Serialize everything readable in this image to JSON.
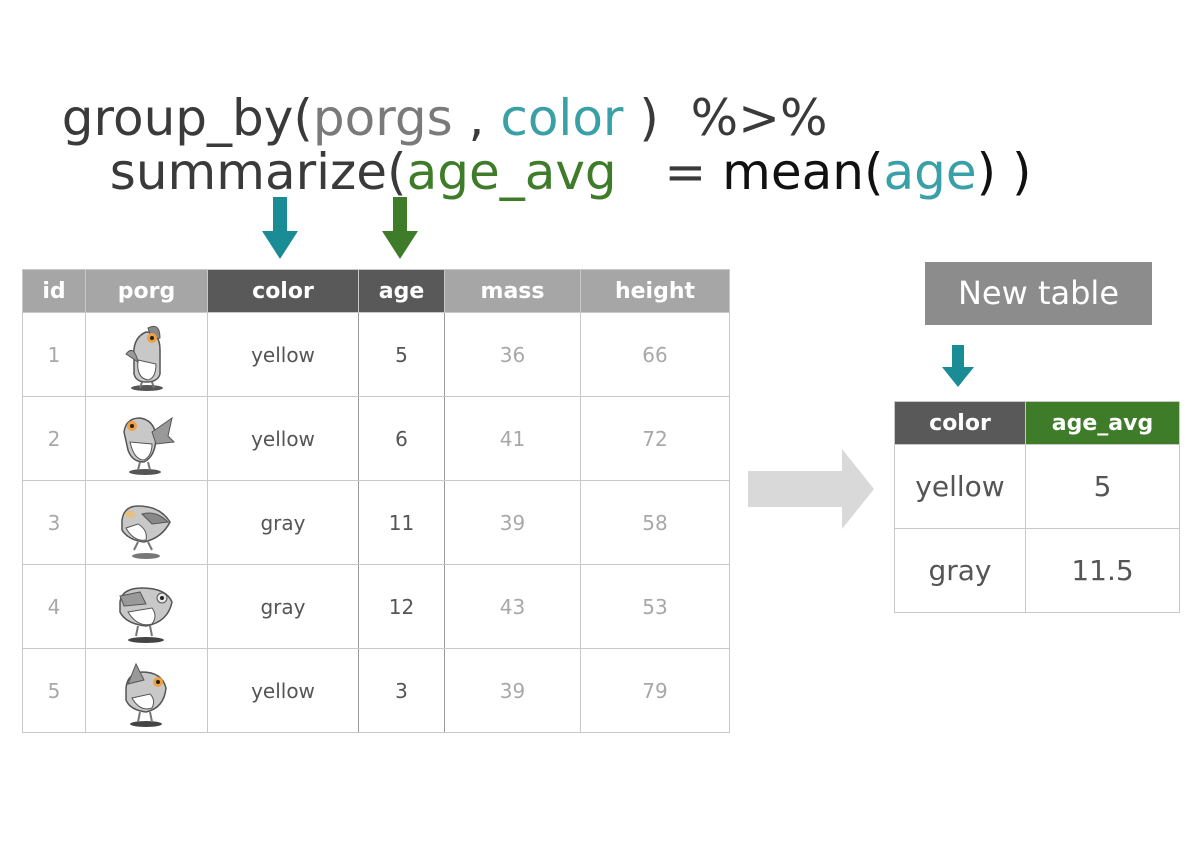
{
  "code": {
    "line1": [
      {
        "text": "group_by(",
        "cls": "c-dark"
      },
      {
        "text": "porgs",
        "cls": "c-gray"
      },
      {
        "text": " , ",
        "cls": "c-dark"
      },
      {
        "text": "color",
        "cls": "c-teal"
      },
      {
        "text": " )  %>%",
        "cls": "c-dark"
      }
    ],
    "line2": [
      {
        "text": "summarize(",
        "cls": "c-dark"
      },
      {
        "text": "age_avg",
        "cls": "c-green"
      },
      {
        "text": "   = ",
        "cls": "c-dark"
      },
      {
        "text": "mean(",
        "cls": "c-black"
      },
      {
        "text": "age",
        "cls": "c-teal"
      },
      {
        "text": ") )",
        "cls": "c-black"
      }
    ]
  },
  "colors": {
    "teal": "#1a8c96",
    "green": "#3f7c2a",
    "header_gray": "#a6a6a6",
    "header_dark": "#595959",
    "arrow_gray": "#d9d9d9"
  },
  "main_table": {
    "headers": [
      "id",
      "porg",
      "color",
      "age",
      "mass",
      "height"
    ],
    "rows": [
      {
        "id": "1",
        "color": "yellow",
        "age": "5",
        "mass": "36",
        "height": "66"
      },
      {
        "id": "2",
        "color": "yellow",
        "age": "6",
        "mass": "41",
        "height": "72"
      },
      {
        "id": "3",
        "color": "gray",
        "age": "11",
        "mass": "39",
        "height": "58"
      },
      {
        "id": "4",
        "color": "gray",
        "age": "12",
        "mass": "43",
        "height": "53"
      },
      {
        "id": "5",
        "color": "yellow",
        "age": "3",
        "mass": "39",
        "height": "79"
      }
    ]
  },
  "new_table": {
    "label": "New table",
    "headers": [
      "color",
      "age_avg"
    ],
    "rows": [
      {
        "color": "yellow",
        "age_avg": "5"
      },
      {
        "color": "gray",
        "age_avg": "11.5"
      }
    ]
  },
  "icons": {
    "porg": "porg-icon",
    "down_arrow": "down-arrow-icon",
    "right_arrow": "right-arrow-icon"
  }
}
